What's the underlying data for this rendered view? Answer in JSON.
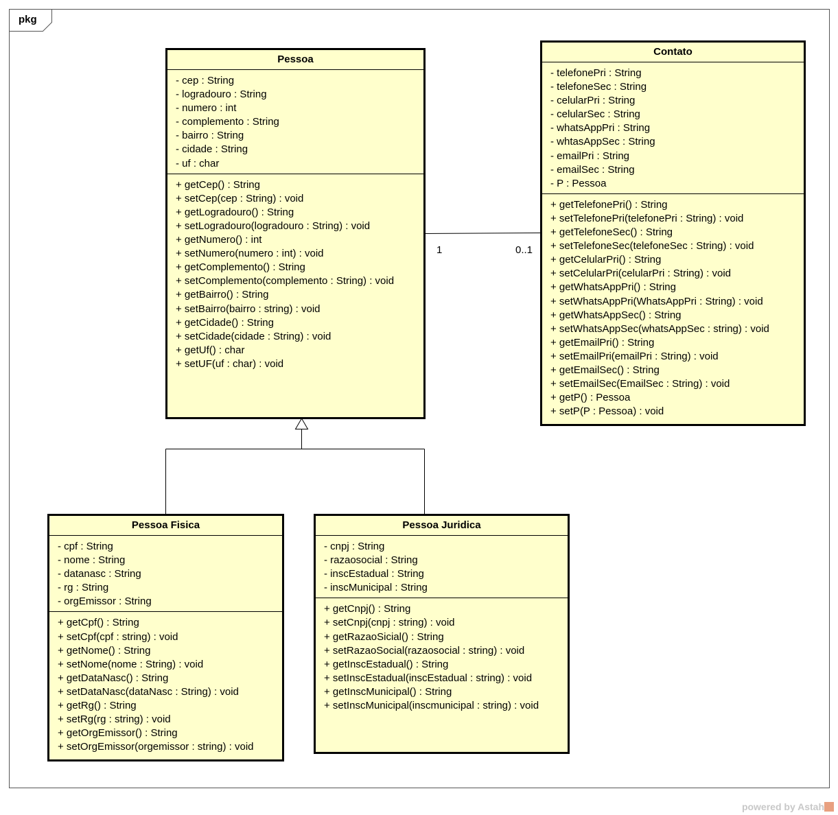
{
  "package": {
    "label": "pkg"
  },
  "classes": {
    "pessoa": {
      "name": "Pessoa",
      "attributes": [
        "- cep : String",
        "- logradouro : String",
        "- numero : int",
        "- complemento : String",
        "- bairro : String",
        "- cidade : String",
        "- uf : char"
      ],
      "operations": [
        "+ getCep() : String",
        "+ setCep(cep : String) : void",
        "+ getLogradouro() : String",
        "+ setLogradouro(logradouro : String) : void",
        "+ getNumero() : int",
        "+ setNumero(numero : int) : void",
        "+ getComplemento() : String",
        "+ setComplemento(complemento : String) : void",
        "+ getBairro() : String",
        "+ setBairro(bairro : string) : void",
        "+ getCidade() : String",
        "+ setCidade(cidade : String) : void",
        "+ getUf() : char",
        "+ setUF(uf : char) : void"
      ]
    },
    "contato": {
      "name": "Contato",
      "attributes": [
        "- telefonePri : String",
        "- telefoneSec : String",
        "- celularPri : String",
        "- celularSec : String",
        "- whatsAppPri : String",
        "- whtasAppSec : String",
        "- emailPri : String",
        "- emailSec : String",
        "- P : Pessoa"
      ],
      "operations": [
        "+ getTelefonePri() : String",
        "+ setTelefonePri(telefonePri : String) : void",
        "+ getTelefoneSec() : String",
        "+ setTelefoneSec(telefoneSec : String) : void",
        "+ getCelularPri() : String",
        "+ setCelularPri(celularPri : String) : void",
        "+ getWhatsAppPri() : String",
        "+ setWhatsAppPri(WhatsAppPri : String) : void",
        "+ getWhatsAppSec() : String",
        "+ setWhatsAppSec(whatsAppSec : string) : void",
        "+ getEmailPri() : String",
        "+ setEmailPri(emailPri : String) : void",
        "+ getEmailSec() : String",
        "+ setEmailSec(EmailSec : String) : void",
        "+ getP() : Pessoa",
        "+ setP(P : Pessoa) : void"
      ]
    },
    "pessoa_fisica": {
      "name": "Pessoa Fisica",
      "attributes": [
        "- cpf : String",
        "- nome : String",
        "- datanasc : String",
        "- rg : String",
        "- orgEmissor : String"
      ],
      "operations": [
        "+ getCpf() : String",
        "+ setCpf(cpf : string) : void",
        "+ getNome() : String",
        "+ setNome(nome : String) : void",
        "+ getDataNasc() : String",
        "+ setDataNasc(dataNasc : String) : void",
        "+ getRg() : String",
        "+ setRg(rg : string) : void",
        "+ getOrgEmissor() : String",
        "+ setOrgEmissor(orgemissor : string) : void"
      ]
    },
    "pessoa_juridica": {
      "name": "Pessoa Juridica",
      "attributes": [
        "- cnpj : String",
        "- razaosocial : String",
        "- inscEstadual : String",
        "- inscMunicipal : String"
      ],
      "operations": [
        "+ getCnpj() : String",
        "+ setCnpj(cnpj : string) : void",
        "+ getRazaoSicial() : String",
        "+ setRazaoSocial(razaosocial : string) : void",
        "+ getInscEstadual() : String",
        "+ setInscEstadual(inscEstadual : string) : void",
        "+ getInscMunicipal() : String",
        "+ setInscMunicipal(inscmunicipal : string) : void"
      ]
    }
  },
  "association": {
    "pessoa_end": "1",
    "contato_end": "0..1"
  },
  "watermark": "powered by Astah"
}
